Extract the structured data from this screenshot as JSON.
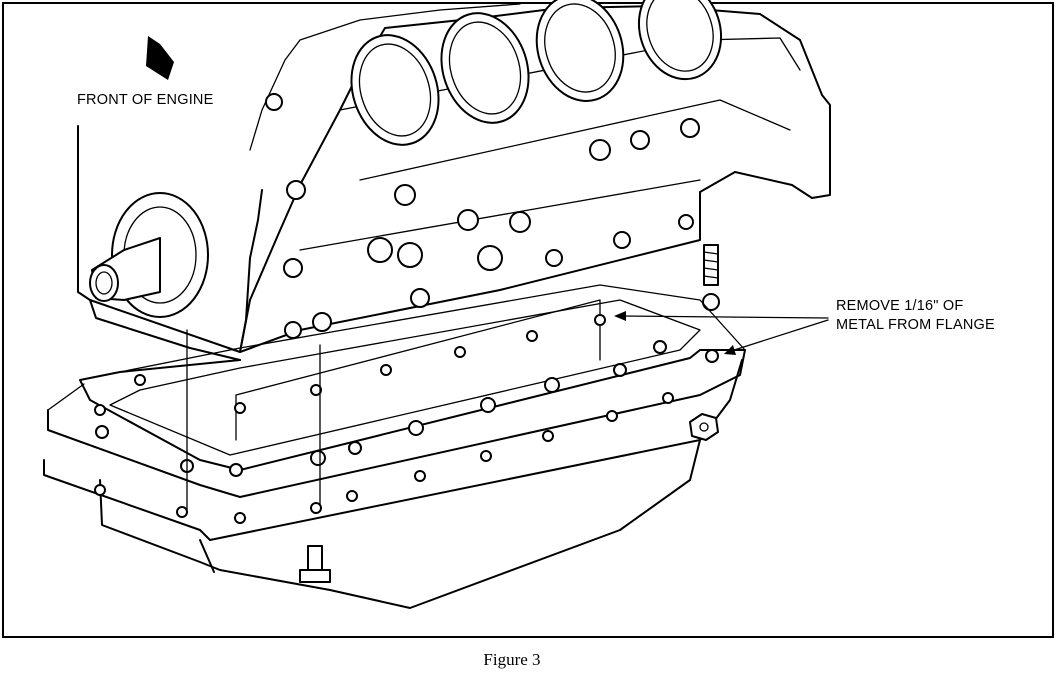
{
  "figure": {
    "label_front": "FRONT OF ENGINE",
    "label_remove_line1": "REMOVE 1/16\" OF",
    "label_remove_line2": "METAL FROM FLANGE",
    "caption": "Figure 3",
    "line_color": "#000000",
    "background_color": "#ffffff"
  }
}
